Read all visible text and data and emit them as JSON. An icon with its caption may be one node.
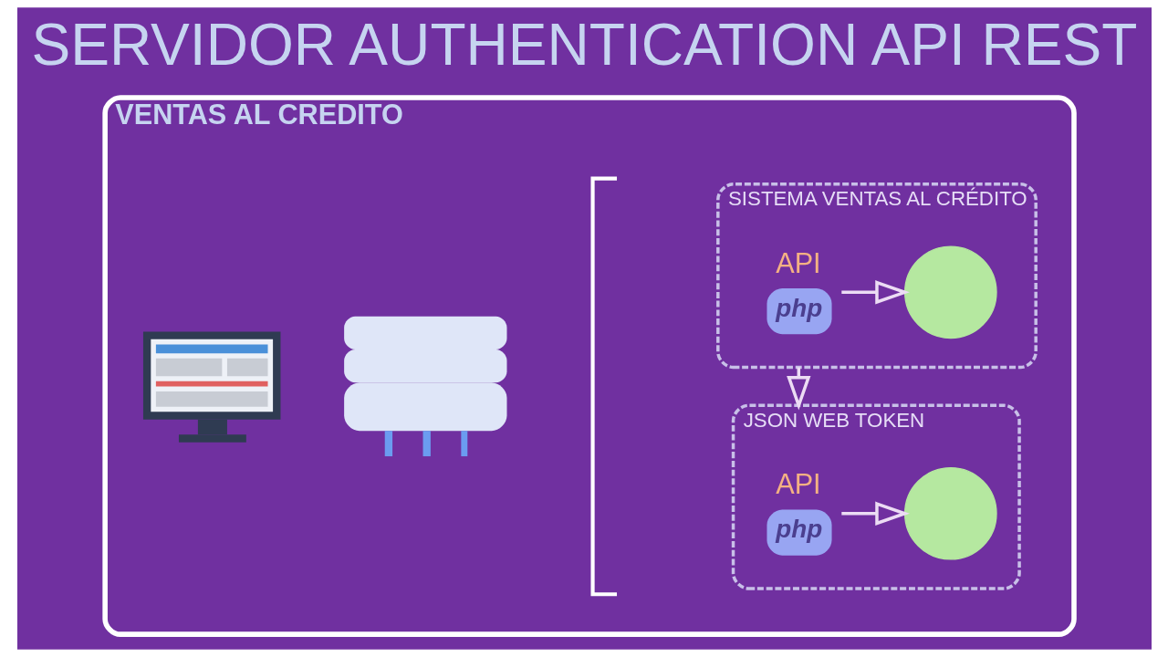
{
  "diagram": {
    "title": "SERVIDOR AUTHENTICATION API REST",
    "nodes": [
      {
        "text": [
          "VENTAS AL CREDITO"
        ]
      },
      {
        "text": [],
        "shape": "picture",
        "in": 0
      },
      {
        "text": [],
        "shape": "cloud",
        "in": 0
      },
      {
        "text": [
          "SISTEMA VENTAS AL CRÉDITO"
        ],
        "in": 0
      },
      {
        "text": [
          "API",
          "php"
        ],
        "in": 3
      },
      {
        "text": [],
        "shape": "circle",
        "in": 3
      },
      {
        "text": [
          "JSON WEB TOKEN"
        ],
        "in": 0
      },
      {
        "text": [
          "API",
          "php"
        ],
        "in": 6
      },
      {
        "text": [],
        "shape": "circle",
        "in": 6
      }
    ],
    "edges": [
      {
        "from": 4,
        "to": 5,
        "arrow": "to"
      },
      {
        "from": 3,
        "to": 6,
        "arrow": "to"
      },
      {
        "from": 7,
        "to": 8,
        "arrow": "to"
      }
    ]
  }
}
